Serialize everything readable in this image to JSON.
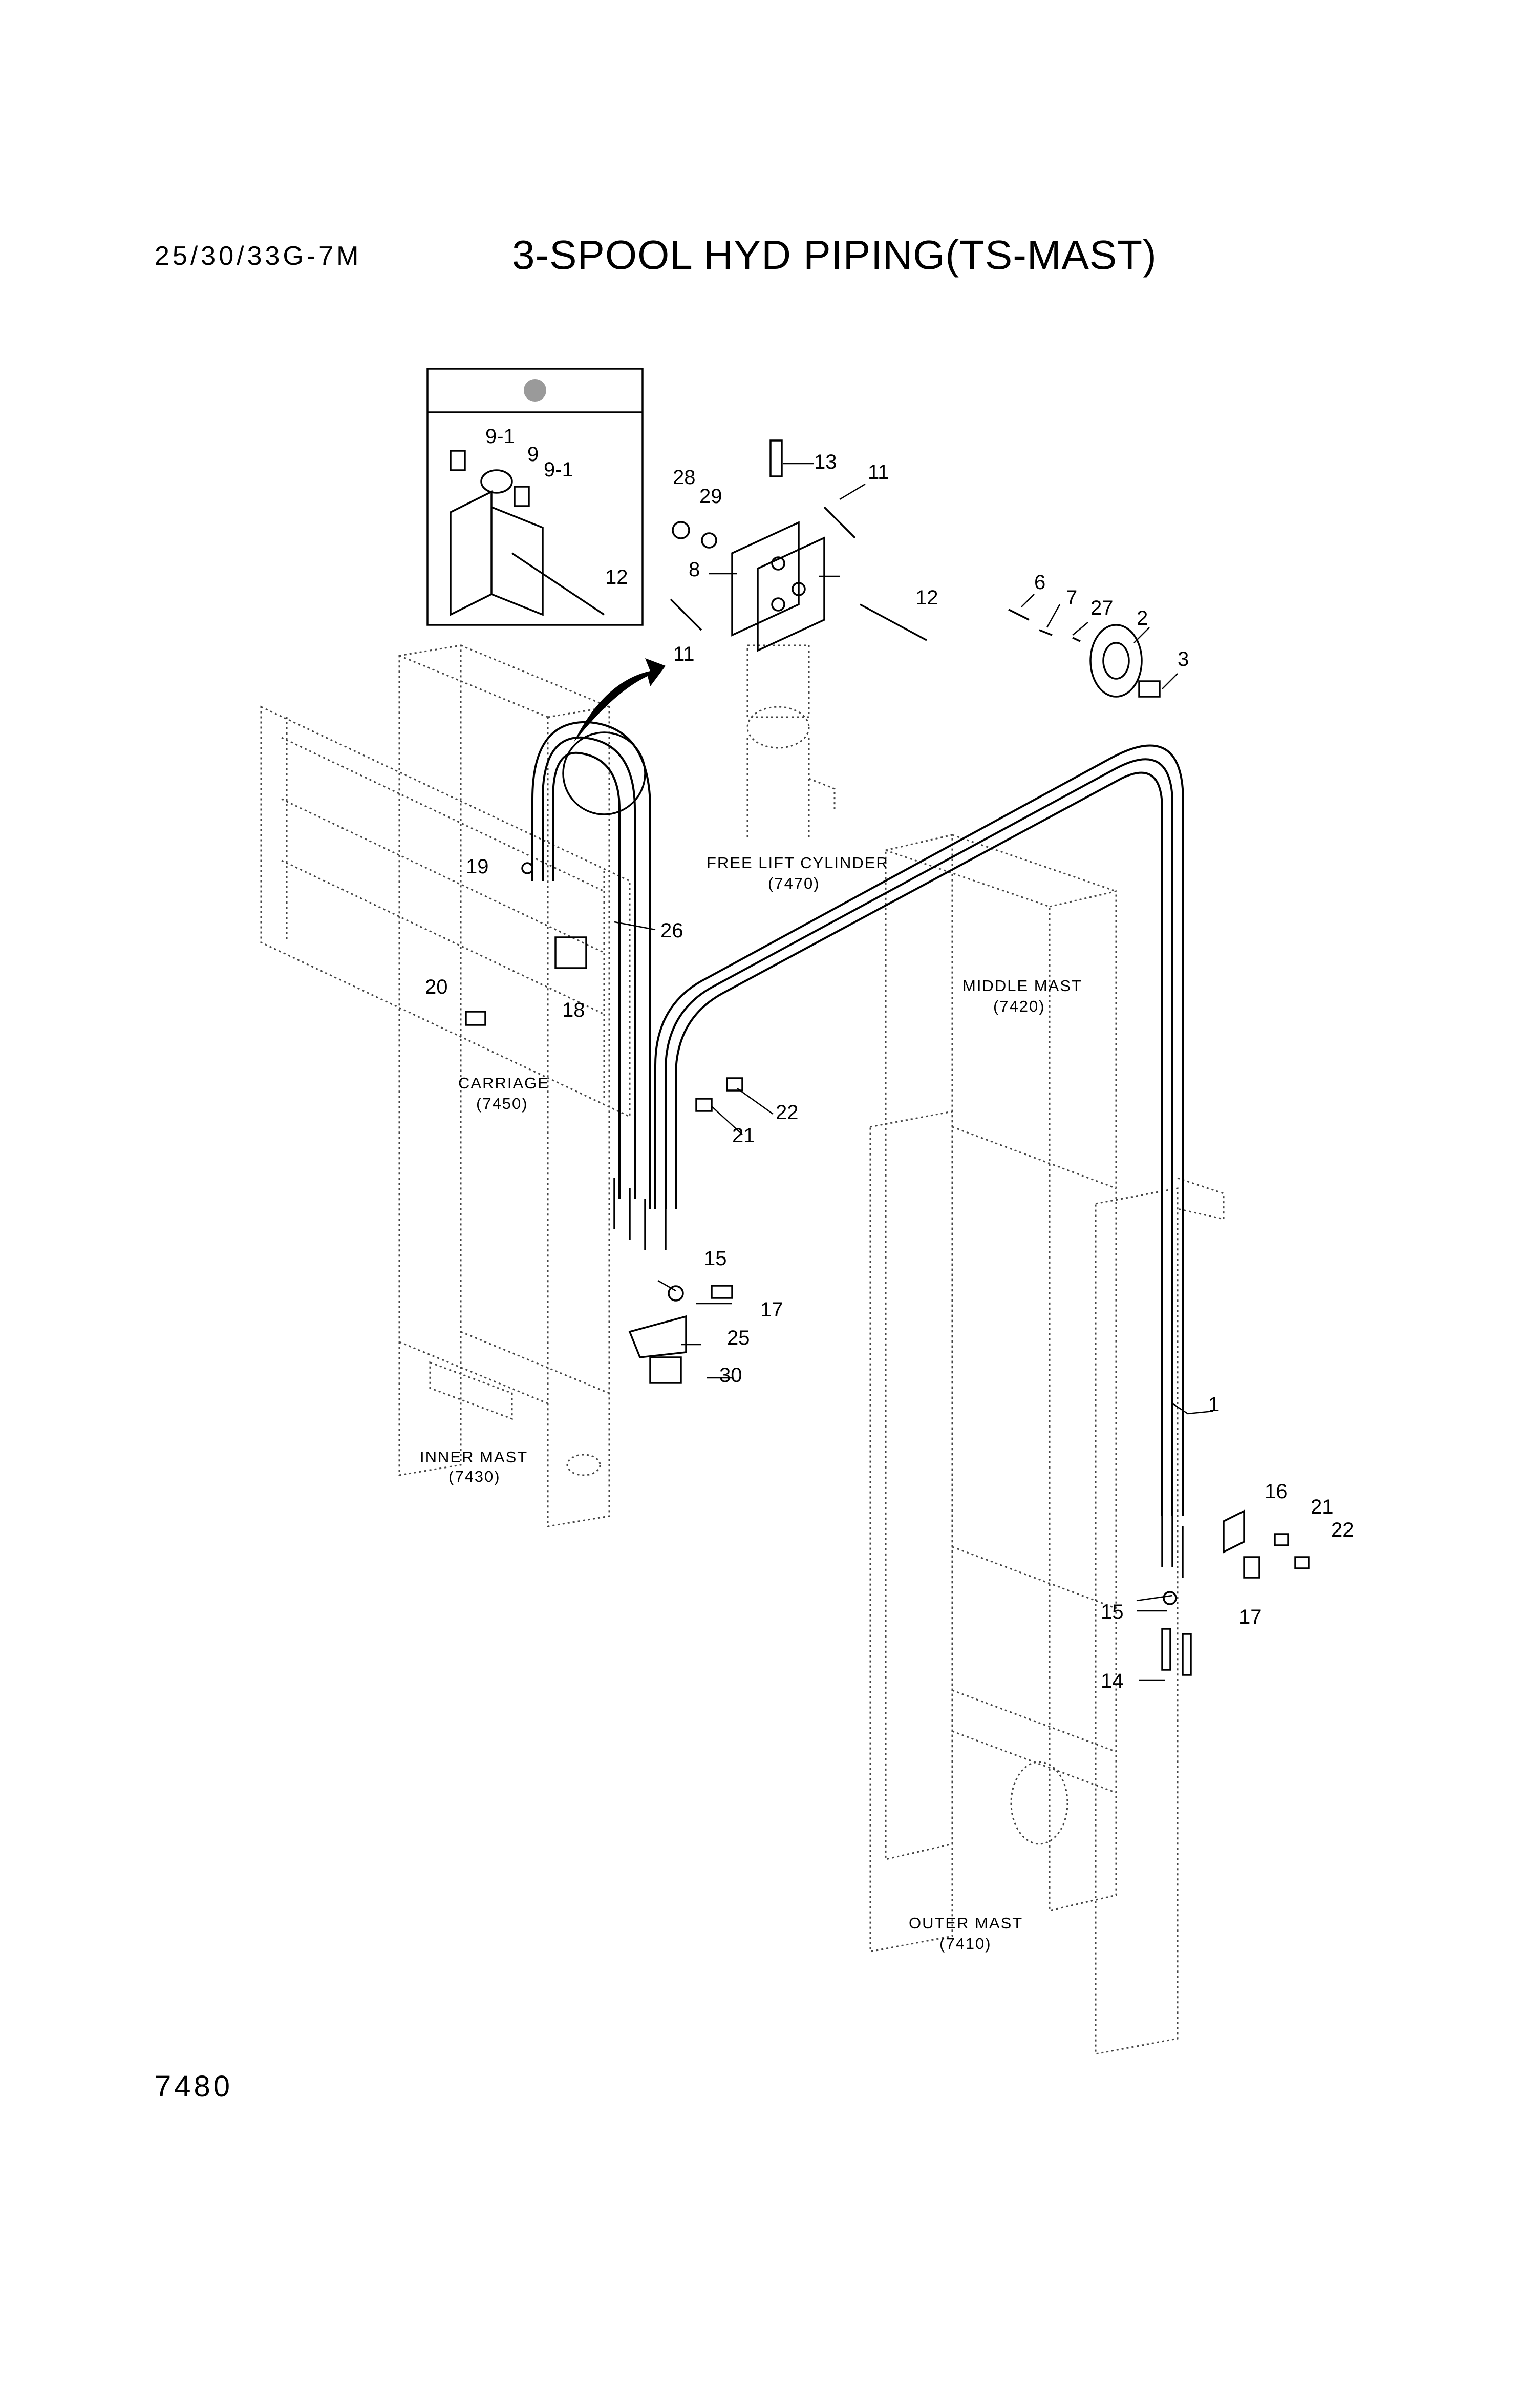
{
  "header": {
    "model": "25/30/33G-7M",
    "title": "3-SPOOL HYD PIPING(TS-MAST)"
  },
  "footer": {
    "page_number": "7480"
  },
  "callouts": {
    "c1": "1",
    "c2": "2",
    "c3": "3",
    "c6": "6",
    "c7": "7",
    "c8": "8",
    "c9": "9",
    "c9_1a": "9-1",
    "c9_1b": "9-1",
    "c11a": "11",
    "c11b": "11",
    "c12a": "12",
    "c12b": "12",
    "c13": "13",
    "c14": "14",
    "c15a": "15",
    "c15b": "15",
    "c16": "16",
    "c17a": "17",
    "c17b": "17",
    "c18": "18",
    "c19": "19",
    "c20": "20",
    "c21a": "21",
    "c21b": "21",
    "c22a": "22",
    "c22b": "22",
    "c25": "25",
    "c26": "26",
    "c27": "27",
    "c28": "28",
    "c29": "29",
    "c30": "30"
  },
  "assemblies": {
    "free_lift_cylinder": {
      "name": "FREE LIFT CYLINDER",
      "ref": "(7470)"
    },
    "middle_mast": {
      "name": "MIDDLE MAST",
      "ref": "(7420)"
    },
    "carriage": {
      "name": "CARRIAGE",
      "ref": "(7450)"
    },
    "inner_mast": {
      "name": "INNER MAST",
      "ref": "(7430)"
    },
    "outer_mast": {
      "name": "OUTER MAST",
      "ref": "(7410)"
    }
  }
}
